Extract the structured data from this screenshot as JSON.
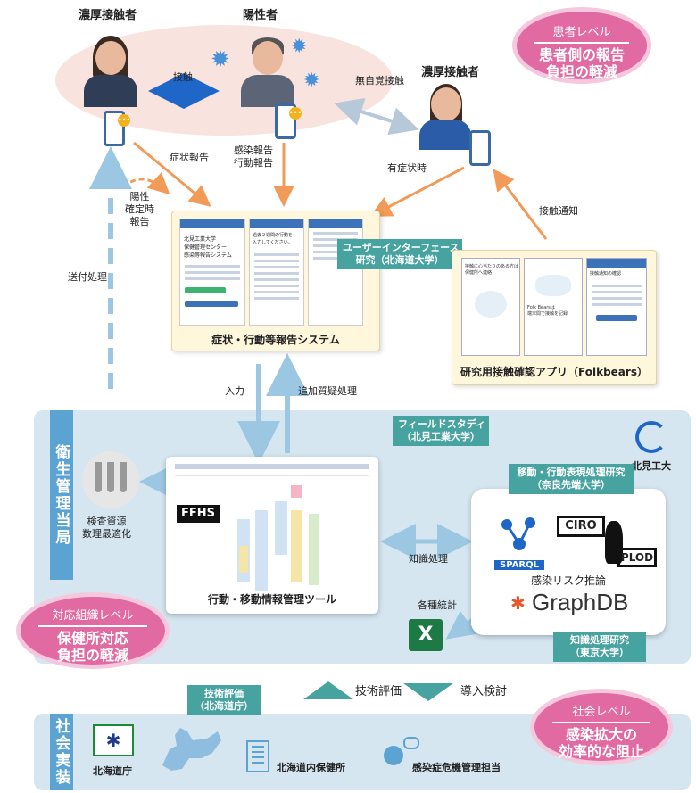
{
  "top": {
    "close_contact_left": "濃厚接触者",
    "positive_person": "陽性者",
    "close_contact_right": "濃厚接触者",
    "contact_label": "接触",
    "unaware_contact": "無自覚接触",
    "symptom_report": "症状報告",
    "infection_report": "感染報告",
    "activity_report": "行動報告",
    "symptomatic_time": "有症状時",
    "confirmed_report": "陽性\n確定時\n報告",
    "contact_notification": "接触通知",
    "send_processing": "送付処理"
  },
  "levels": {
    "patient": {
      "head": "患者レベル",
      "body": "患者側の報告\n負担の軽減"
    },
    "org": {
      "head": "対応組織レベル",
      "body": "保健所対応\n負担の軽減"
    },
    "society": {
      "head": "社会レベル",
      "body": "感染拡大の\n効率的な阻止"
    }
  },
  "report_system": {
    "caption": "症状・行動等報告システム",
    "screen1_lines": [
      "北見工業大学",
      "保健管理センター",
      "感染等報告システム"
    ],
    "screen2_lines": [
      "過去２週間の行動を",
      "入力してください。"
    ],
    "ui_tag": "ユーザーインターフェース\n研究（北海道大学）"
  },
  "app": {
    "caption": "研究用接触確認アプリ（Folkbears）",
    "screen_a": "接触に心当たりのある方は\n保健所へ連絡",
    "screen_b": "Folk Bearsは\n端末間で接触を記録",
    "screen_c": "接触通知の確認"
  },
  "middle": {
    "input": "入力",
    "extra_query": "追加質疑処理",
    "field_study": "フィールドスタディ\n（北見工業大学）",
    "kitami_label": "北見工大",
    "health_authority": "衛生管理当局",
    "test_resource": "検査資源\n数理最適化",
    "tool_caption": "行動・移動情報管理ツール",
    "ffhs": "FFHS",
    "knowledge_processing": "知識処理",
    "mobility_tag": "移動・行動表現処理研究\n（奈良先端大学）",
    "sparql": "SPARQL",
    "ciro": "CIRO",
    "plod": "PLOD",
    "risk_inference": "感染リスク推論",
    "graphdb": "GraphDB",
    "knowledge_tag": "知識処理研究\n（東京大学）",
    "stats": "各種統計"
  },
  "bottom": {
    "tech_eval": "技術評価",
    "introduction": "導入検討",
    "tech_eval_tag": "技術評価\n（北海道庁）",
    "social_impl": "社会実装",
    "hokkaido_gov": "北海道庁",
    "health_centers": "北海道内保健所",
    "crisis_mgmt": "感染症危機管理担当"
  },
  "colors": {
    "accent_blue": "#5aa3d2",
    "orange_arrow": "#f29a57",
    "pink": "#e26aa2",
    "teal_tag": "#46a3a0",
    "pale_blue": "#d5e6f0"
  }
}
